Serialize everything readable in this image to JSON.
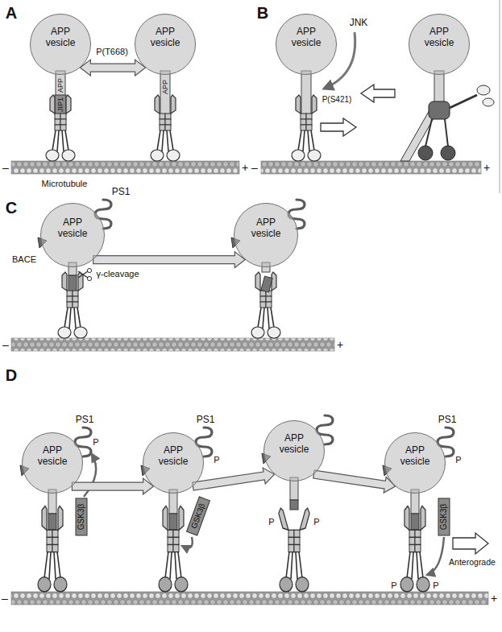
{
  "diagram": {
    "nodes": [
      {
        "text": [
          "APP vesicle"
        ]
      },
      {
        "text": [
          "APP vesicle"
        ]
      },
      {
        "text": [
          "APP vesicle"
        ]
      },
      {
        "text": [
          "APP vesicle"
        ]
      },
      {
        "text": [
          "APP vesicle"
        ]
      },
      {
        "text": [
          "APP vesicle"
        ]
      },
      {
        "text": [
          "APP vesicle"
        ]
      },
      {
        "text": [
          "APP vesicle"
        ]
      },
      {
        "text": [
          "APP vesicle"
        ]
      },
      {
        "text": [
          "APP vesicle"
        ]
      }
    ],
    "edges": [
      {
        "from": 0,
        "to": 1,
        "arrow": "both"
      },
      {
        "from": 4,
        "to": 5,
        "arrow": "to"
      },
      {
        "from": 6,
        "to": 7,
        "arrow": "to"
      },
      {
        "from": 7,
        "to": 8,
        "arrow": "to"
      },
      {
        "from": 8,
        "to": 9,
        "arrow": "to"
      }
    ],
    "labels": [
      "A",
      "P(T668)",
      "APP",
      "JIP1",
      "APP",
      "–",
      "+",
      "Microtubule",
      "B",
      "JNK",
      "P(S421)",
      "–",
      "+",
      "C",
      "PS1",
      "BACE",
      "γ-cleavage",
      "–",
      "+",
      "D",
      "PS1",
      "P",
      "GSK3β",
      "PS1",
      "P",
      "GSK3β",
      "P",
      "P",
      "PS1",
      "P",
      "GSK3β",
      "P",
      "P",
      "Anterograde",
      "–",
      "+"
    ]
  }
}
